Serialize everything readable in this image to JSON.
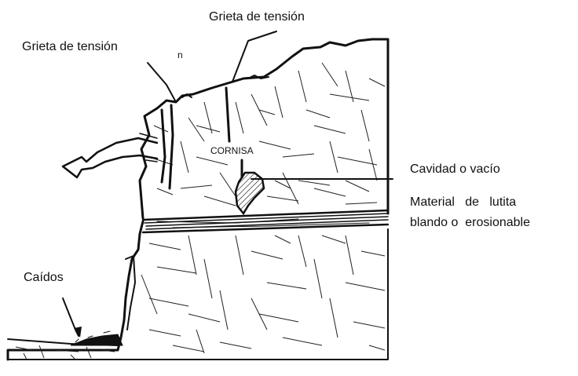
{
  "labels": {
    "tension_crack_top": "Grieta de tensión",
    "tension_crack_left": "Grieta de tensión",
    "ledge_mark": "n",
    "cornice": "CORNISA",
    "cavity": "Cavidad o vacío",
    "shale_line1": "Material   de   lutita",
    "shale_line2": "blando o  erosionable",
    "falls": "Caídos"
  }
}
